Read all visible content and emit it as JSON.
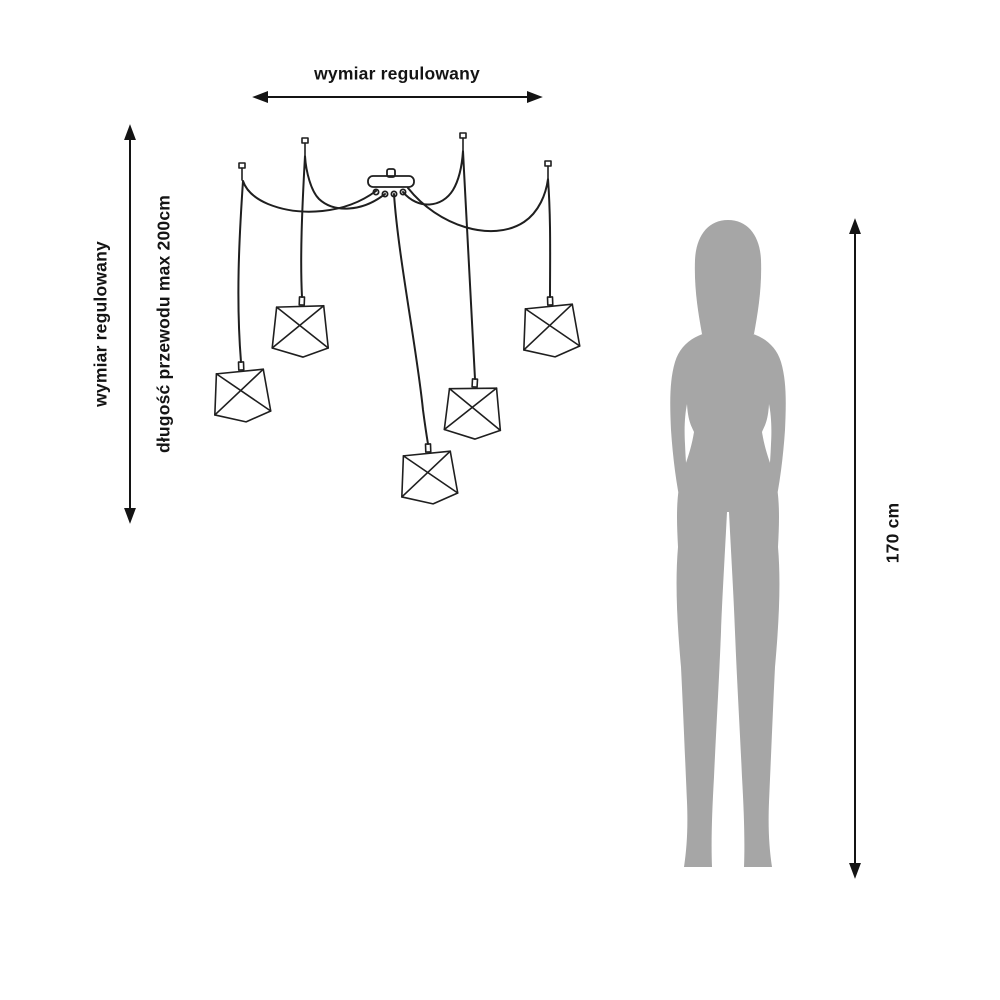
{
  "diagram": {
    "top_dimension": {
      "label": "wymiar regulowany"
    },
    "left_dimension": {
      "label": "wymiar regulowany",
      "cable_label": "długość przewodu max 200cm"
    },
    "right_dimension": {
      "label": "170 cm"
    },
    "lamp": {
      "shade_count": 5
    },
    "colors": {
      "line": "#141414",
      "silhouette": "#a6a6a6",
      "background": "#ffffff"
    }
  }
}
